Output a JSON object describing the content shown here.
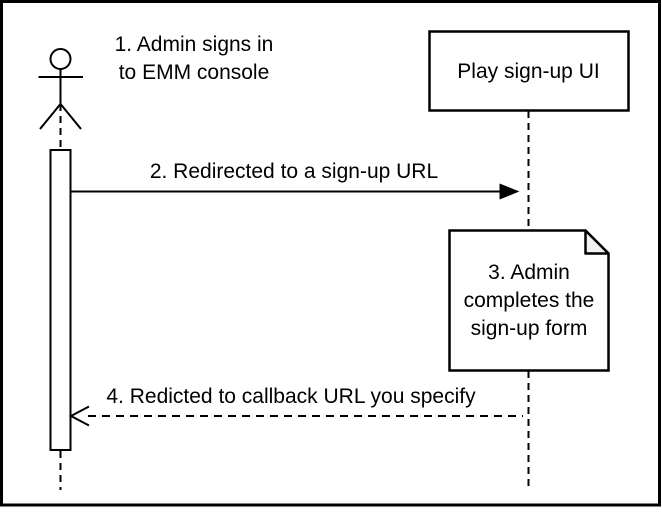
{
  "annotations": {
    "step1": "1. Admin signs in\nto EMM console"
  },
  "participants": {
    "play_signup_ui": "Play sign-up UI"
  },
  "messages": {
    "step2": "2. Redirected to a sign-up URL",
    "step4": "4. Redicted to callback URL you specify"
  },
  "notes": {
    "step3": "3. Admin\ncompletes the\nsign-up form"
  },
  "colors": {
    "stroke": "#000000",
    "background": "#ffffff",
    "note_fold": "#f2f2f2"
  }
}
